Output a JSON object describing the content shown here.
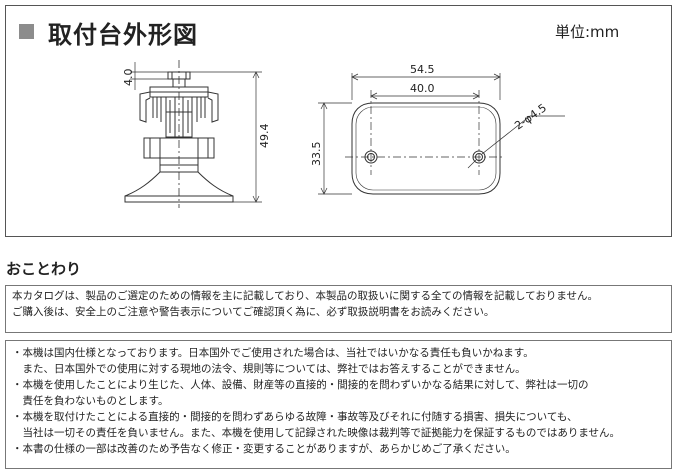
{
  "figure": {
    "title": "取付台外形図",
    "unit": "単位:mm",
    "dimensions": {
      "top_height": "4.0",
      "total_height": "49.4",
      "plate_width": "54.5",
      "hole_pitch": "40.0",
      "plate_height": "33.5",
      "hole_callout": "2-φ4.5"
    }
  },
  "notice": {
    "heading": "おことわり",
    "box1": [
      "本カタログは、製品のご選定のための情報を主に記載しており、本製品の取扱いに関する全ての情報を記載しておりません。",
      "ご購入後は、安全上のご注意や警告表示についてご確認頂く為に、必ず取扱説明書をお読みください。"
    ],
    "box2": [
      "・本機は国内仕様となっております。日本国外でご使用された場合は、当社ではいかなる責任も負いかねます。",
      "　また、日本国外での使用に対する現地の法令、規則等については、弊社ではお答えすることができません。",
      "・本機を使用したことにより生じた、人体、設備、財産等の直接的・間接的を問わずいかなる結果に対して、弊社は一切の",
      "　責任を負わないものとします。",
      "・本機を取付けたことによる直接的・間接的を問わずあらゆる故障・事故等及びそれに付随する損害、損失についても、",
      "　当社は一切その責任を負いません。また、本機を使用して記録された映像は裁判等で証拠能力を保証するものではありません。",
      "・本書の仕様の一部は改善のため予告なく修正・変更することがありますが、あらかじめご了承ください。"
    ]
  }
}
